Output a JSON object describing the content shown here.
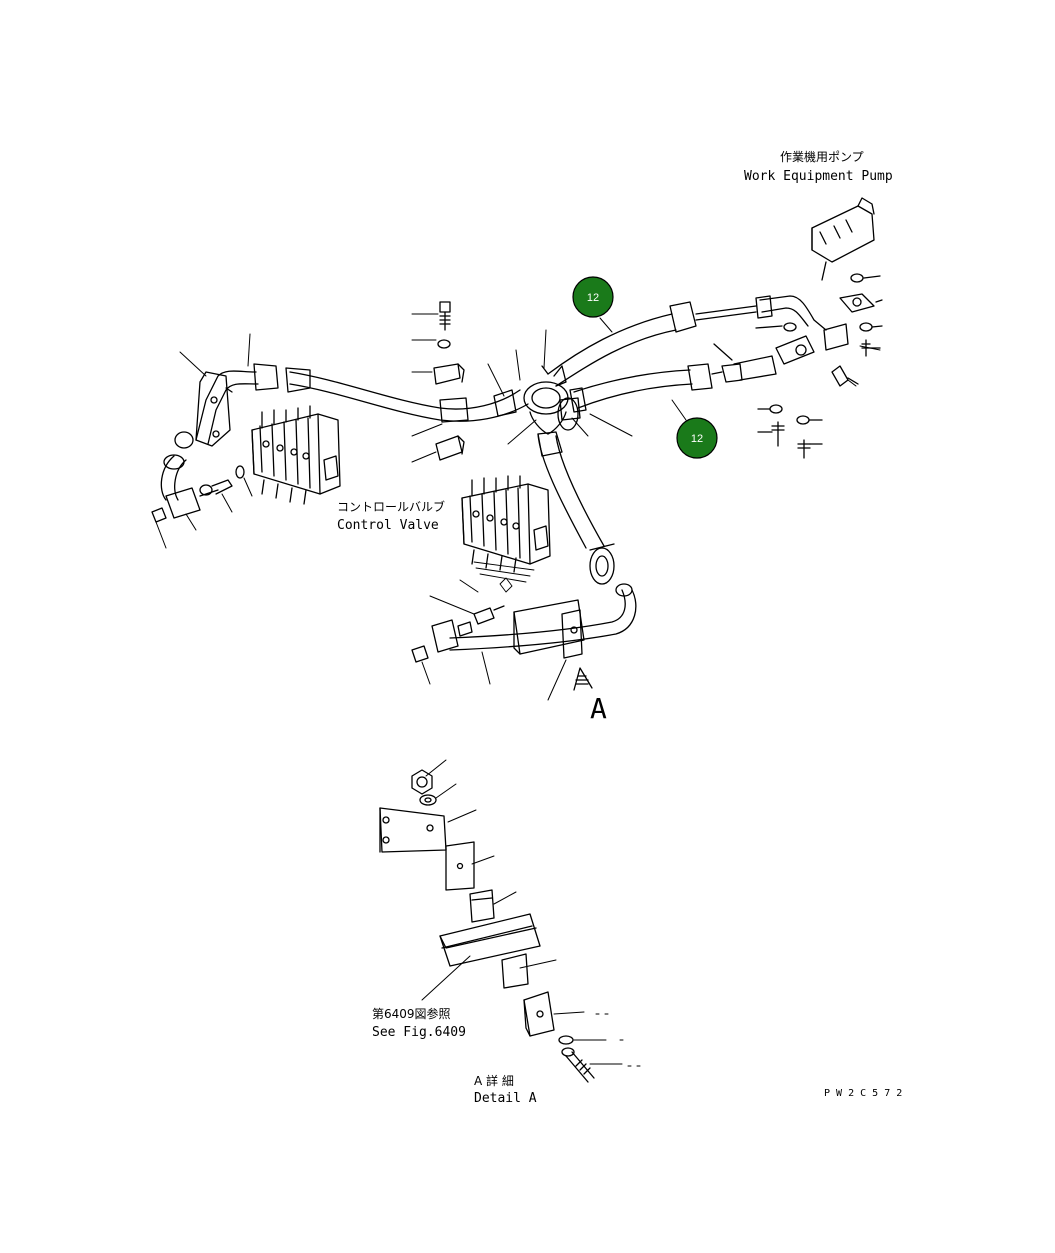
{
  "labels": {
    "work_pump_jp": "作業機用ポンプ",
    "work_pump_en": "Work Equipment Pump",
    "control_valve_jp": "コントロールバルブ",
    "control_valve_en": "Control Valve",
    "view_letter": "A",
    "see_fig_jp": "第6409図参照",
    "see_fig_en": "See Fig.6409",
    "detail_jp": "A 詳 細",
    "detail_en": "Detail A",
    "drawing_code": "P W 2 C 5 7 2"
  },
  "callouts": [
    {
      "number": "12",
      "fill": "#1a7a1a"
    },
    {
      "number": "12",
      "fill": "#1a7a1a"
    }
  ],
  "colors": {
    "line": "#000000",
    "callout_fill": "#1a7a1a",
    "callout_text": "#ffffff"
  }
}
